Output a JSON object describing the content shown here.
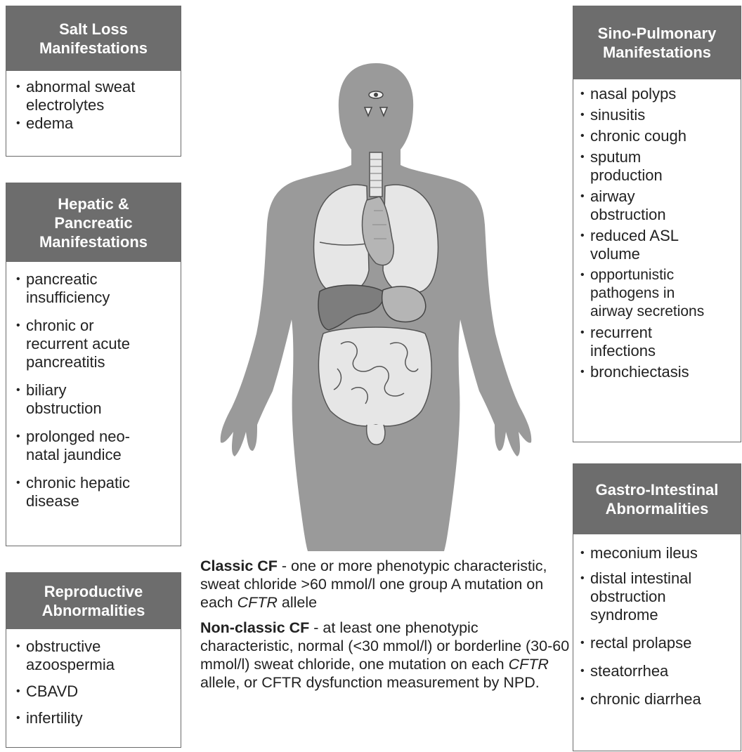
{
  "boxes": {
    "salt": {
      "title_lines": [
        "Salt Loss",
        "Manifestations"
      ],
      "items": [
        "abnormal sweat\nelectrolytes",
        "edema"
      ]
    },
    "hepatic": {
      "title_lines": [
        "Hepatic &",
        "Pancreatic",
        "Manifestations"
      ],
      "items": [
        "pancreatic\ninsufficiency",
        "chronic or\nrecurrent acute\npancreatitis",
        "biliary\nobstruction",
        "prolonged neo-\nnatal jaundice",
        "chronic hepatic\ndisease"
      ]
    },
    "reproductive": {
      "title_lines": [
        "Reproductive",
        "Abnormalities"
      ],
      "items": [
        "obstructive\nazoospermia",
        "CBAVD",
        "infertility"
      ]
    },
    "sino": {
      "title_lines": [
        "Sino-Pulmonary",
        "Manifestations"
      ],
      "items": [
        "nasal polyps",
        "sinusitis",
        "chronic cough",
        "sputum\nproduction",
        "airway\nobstruction",
        "reduced ASL\nvolume",
        "opportunistic\npathogens in\nairway secretions",
        "recurrent\ninfections",
        "bronchiectasis"
      ]
    },
    "gi": {
      "title_lines": [
        "Gastro-Intestinal",
        "Abnormalities"
      ],
      "items": [
        "meconium ileus",
        "distal intestinal\nobstruction\nsyndrome",
        "rectal prolapse",
        "steatorrhea",
        "chronic diarrhea"
      ]
    }
  },
  "definitions": {
    "classic": {
      "term": "Classic CF",
      "text_a": " - one or more phenotypic characteristic, sweat chloride >60 mmol/l one group A mutation on each ",
      "gene": "CFTR",
      "text_b": " allele"
    },
    "nonclassic": {
      "term": "Non-classic CF",
      "text_a": " - at least one phenotypic characteristic, normal (<30 mmol/l) or borderline (30-60 mmol/l) sweat chloride, one mutation on each ",
      "gene": "CFTR",
      "text_b": " allele, or CFTR dysfunction measurement by NPD."
    }
  },
  "colors": {
    "header_bg": "#6d6d6d",
    "border": "#6a6a6a",
    "body_fill": "#9a9a9a",
    "organ_light": "#e6e6e6",
    "organ_mid": "#b5b5b5",
    "organ_dark": "#7d7d7d"
  },
  "icons": [
    "human-body-figure"
  ]
}
